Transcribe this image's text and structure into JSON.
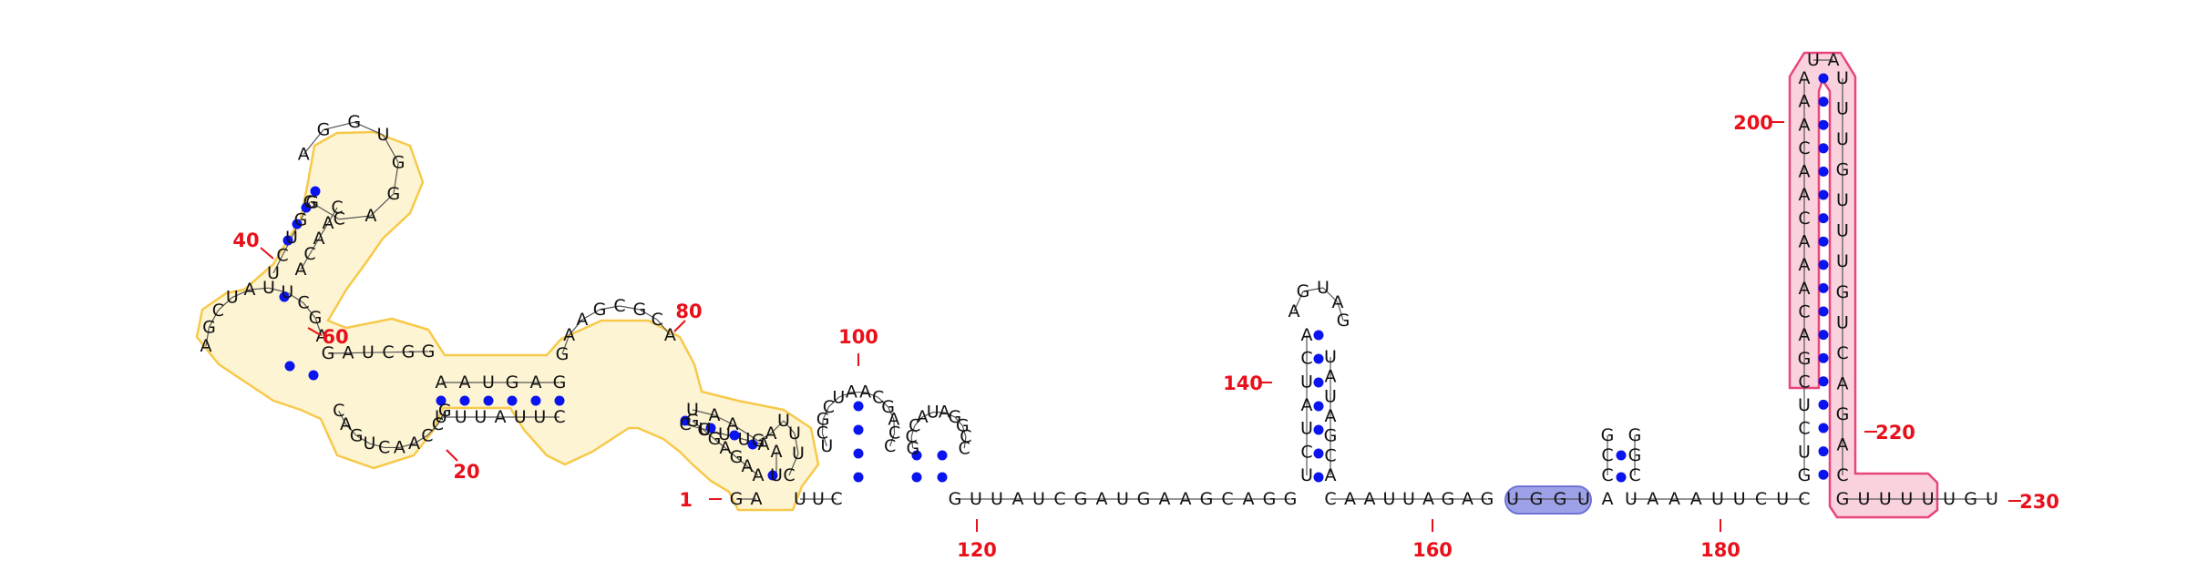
{
  "colors": {
    "nucleotide": "#111111",
    "bond": "#555555",
    "base_pair": "#0a14ee",
    "label": "#e8101a",
    "yellow_fill": "#fdf4d3",
    "yellow_stroke": "#f7c94a",
    "pink_fill": "#f9d2dd",
    "pink_stroke": "#e8457a",
    "blue_fill": "#9da1e8",
    "blue_stroke": "#6f73d6"
  },
  "labels": {
    "n1": "1",
    "n20": "20",
    "n40": "40",
    "n60": "60",
    "n80": "80",
    "n100": "100",
    "n120": "120",
    "n140": "140",
    "n160": "160",
    "n180": "180",
    "n200": "200",
    "n220": "220",
    "n230": "230"
  },
  "regions": {
    "yellow_domain": "yellow-highlight",
    "pink_hairpin": "pink-highlight",
    "blue_segment": "blue-highlight"
  },
  "strands": {
    "s1": [
      "G",
      "A"
    ],
    "s2": [
      "U",
      "U",
      "C"
    ],
    "d1_loop": [
      "U",
      "C",
      "G",
      "C",
      "U",
      "A",
      "A",
      "C",
      "G",
      "A",
      "C",
      "C"
    ],
    "d2_loop": [
      "G",
      "C",
      "C",
      "A",
      "U",
      "A",
      "G",
      "G",
      "C",
      "C"
    ],
    "linker1": [
      "G",
      "U",
      "U",
      "A",
      "U",
      "C",
      "G",
      "A",
      "U",
      "G",
      "A",
      "A",
      "G",
      "C",
      "A",
      "G",
      "G"
    ],
    "h140_5p": [
      "U",
      "C",
      "U",
      "A",
      "U",
      "C",
      "A"
    ],
    "h140_loop": [
      "A",
      "G",
      "U",
      "A",
      "G"
    ],
    "h140_3p": [
      "U",
      "A",
      "U",
      "A",
      "G",
      "C",
      "A"
    ],
    "linker2": [
      "C",
      "A",
      "A",
      "U",
      "U",
      "A",
      "G",
      "A",
      "G"
    ],
    "ugu": [
      "U",
      "G",
      "G",
      "U"
    ],
    "a_after": [
      "A"
    ],
    "small_5p": [
      "C",
      "C",
      "G"
    ],
    "small_3p": [
      "G",
      "G",
      "C"
    ],
    "linker3": [
      "U",
      "A",
      "A",
      "A",
      "U",
      "U",
      "C",
      "U",
      "C"
    ],
    "h200_5p": [
      "G",
      "U",
      "C",
      "U",
      "C",
      "G",
      "A",
      "C",
      "A",
      "A",
      "A",
      "C",
      "A",
      "A",
      "C",
      "A",
      "A",
      "A"
    ],
    "h200_loop": [
      "U",
      "A"
    ],
    "h200_3p": [
      "U",
      "U",
      "U",
      "G",
      "U",
      "U",
      "U",
      "G",
      "U",
      "C",
      "A",
      "G",
      "A",
      "C"
    ],
    "tail": [
      "G",
      "U",
      "U",
      "U",
      "U",
      "U",
      "G",
      "U"
    ],
    "y_3p_end": [
      "U",
      "A"
    ],
    "y_right_5p": [
      "A",
      "A",
      "G",
      "A",
      "G",
      "C",
      "G"
    ],
    "y_right_5p_b": [
      "C",
      "U",
      "U",
      "U",
      "A",
      "G",
      "A",
      "A",
      "U"
    ],
    "y_upper_loop": [
      "G",
      "A",
      "A",
      "G",
      "C",
      "G",
      "C",
      "A"
    ],
    "y_upper_3p": [
      "C",
      "U",
      "U",
      "U",
      "A"
    ],
    "y_stem_top": [
      "A",
      "A",
      "U",
      "G",
      "A",
      "G"
    ],
    "y_stem_bot": [
      "U",
      "U",
      "U",
      "A",
      "U",
      "U",
      "C"
    ],
    "y_mid_loop": [
      "G",
      "C",
      "C",
      "A",
      "A",
      "C",
      "U",
      "G",
      "A",
      "C"
    ],
    "y_interior": [
      "G",
      "A",
      "U",
      "C",
      "G",
      "G"
    ],
    "y_left_loop": [
      "A",
      "G",
      "C",
      "U",
      "A",
      "U",
      "U",
      "C",
      "G",
      "A"
    ],
    "y_arm_5p": [
      "U",
      "C",
      "U",
      "G",
      "G"
    ],
    "y_arm_3p": [
      "A",
      "C",
      "A",
      "A",
      "C"
    ],
    "y_top_loop": [
      "A",
      "G",
      "G",
      "U",
      "G",
      "G",
      "A",
      "C",
      "G"
    ]
  }
}
